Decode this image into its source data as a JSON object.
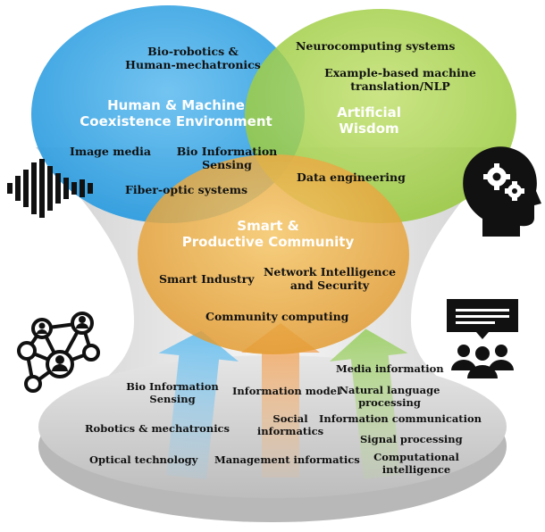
{
  "colors": {
    "blue_circle": "#3aa6e4",
    "green_circle": "#9ccd37",
    "orange_circle": "#e9a23b",
    "base": "#d9d9d9",
    "arrow_blue": "#8fcdf2",
    "arrow_orange": "#f5b77a",
    "arrow_green": "#b6db8c"
  },
  "icons": [
    "sound-wave-icon",
    "head-gears-icon",
    "network-people-icon",
    "presentation-audience-icon"
  ],
  "circles": {
    "human_machine": {
      "title": "Human & Machine\nCoexistence Environment",
      "items": [
        "Bio-robotics &\nHuman-mechatronics",
        "Image media",
        "Bio Information\nSensing",
        "Fiber-optic systems"
      ]
    },
    "artificial_wisdom": {
      "title": "Artificial\nWisdom",
      "items": [
        "Neurocomputing systems",
        "Example-based machine\ntranslation/NLP",
        "Data engineering"
      ]
    },
    "smart_community": {
      "title": "Smart &\nProductive Community",
      "items": [
        "Smart Industry",
        "Network Intelligence\nand Security",
        "Community computing"
      ]
    }
  },
  "base_left": [
    "Bio Information\nSensing",
    "Robotics & mechatronics",
    "Optical technology"
  ],
  "base_center": [
    "Information model",
    "Social\ninformatics",
    "Management informatics"
  ],
  "base_right": [
    "Media information",
    "Natural language\nprocessing",
    "Information communication",
    "Signal processing",
    "Computational\nintelligence"
  ]
}
